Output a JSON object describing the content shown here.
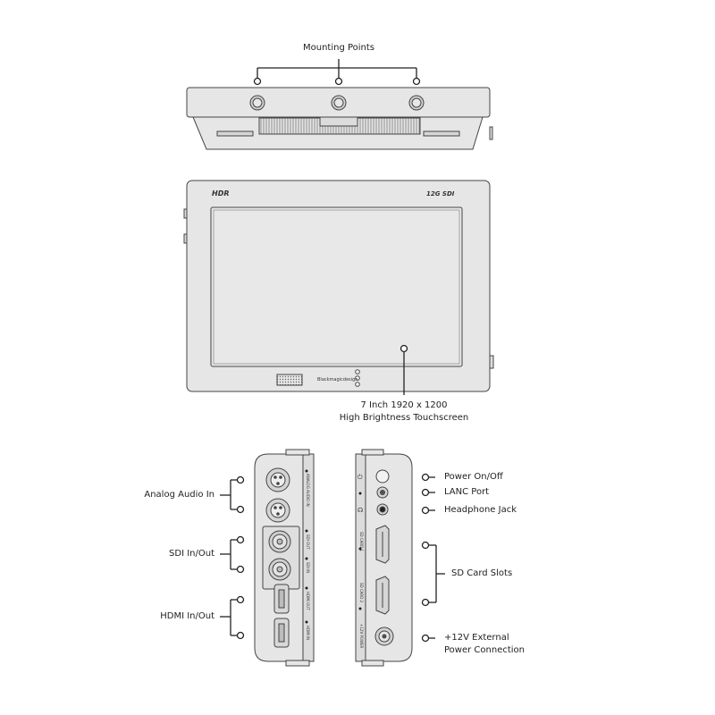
{
  "callouts": {
    "mounting_points": "Mounting Points",
    "touchscreen_line1": "7 Inch 1920 x 1200",
    "touchscreen_line2": "High Brightness Touchscreen",
    "analog_audio_in": "Analog Audio In",
    "sdi_in_out": "SDI In/Out",
    "hdmi_in_out": "HDMI In/Out",
    "power_on_off": "Power On/Off",
    "lanc_port": "LANC Port",
    "headphone_jack": "Headphone Jack",
    "sd_card_slots": "SD Card Slots",
    "power_conn_line1": "+12V External",
    "power_conn_line2": "Power Connection"
  },
  "device": {
    "hdr_badge": "HDR",
    "sdi_badge": "12G SDI",
    "brand": "Blackmagicdesign"
  },
  "port_labels": {
    "audio": "ANALOG AUDIO IN",
    "sdi_out": "SDI OUT",
    "sdi_in": "SDI IN",
    "hdmi_out": "HDMI OUT",
    "hdmi_in": "HDMI IN",
    "sd_card_1": "SD CARD 1",
    "sd_card_2": "SD CARD 2",
    "power": "+12V POWER"
  },
  "colors": {
    "line": "#444444",
    "fill": "#e6e6e6",
    "fill_dark": "#cfcfcf"
  }
}
